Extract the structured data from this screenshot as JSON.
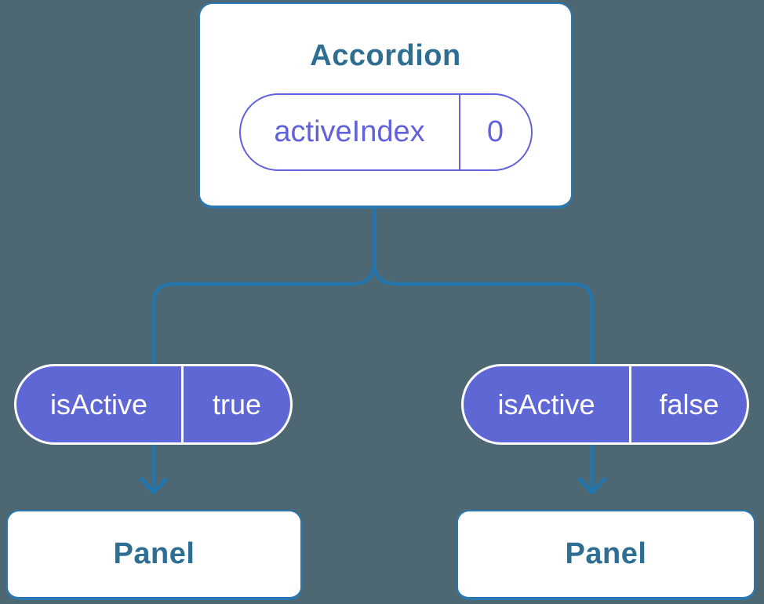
{
  "colors": {
    "bg": "#4D6873",
    "line-blue": "#2376AD",
    "card-border": "#2B78B0",
    "teal-text": "#2D6E92",
    "purple-fill": "#5F67D5",
    "purple-stroke": "#6262DC",
    "purple-text": "#6161DB",
    "card-bg": "#FFFFFF"
  },
  "tree": {
    "root": {
      "title": "Accordion",
      "state": {
        "name": "activeIndex",
        "value": "0"
      }
    },
    "children": [
      {
        "prop": {
          "name": "isActive",
          "value": "true"
        },
        "node": {
          "title": "Panel"
        }
      },
      {
        "prop": {
          "name": "isActive",
          "value": "false"
        },
        "node": {
          "title": "Panel"
        }
      }
    ]
  }
}
